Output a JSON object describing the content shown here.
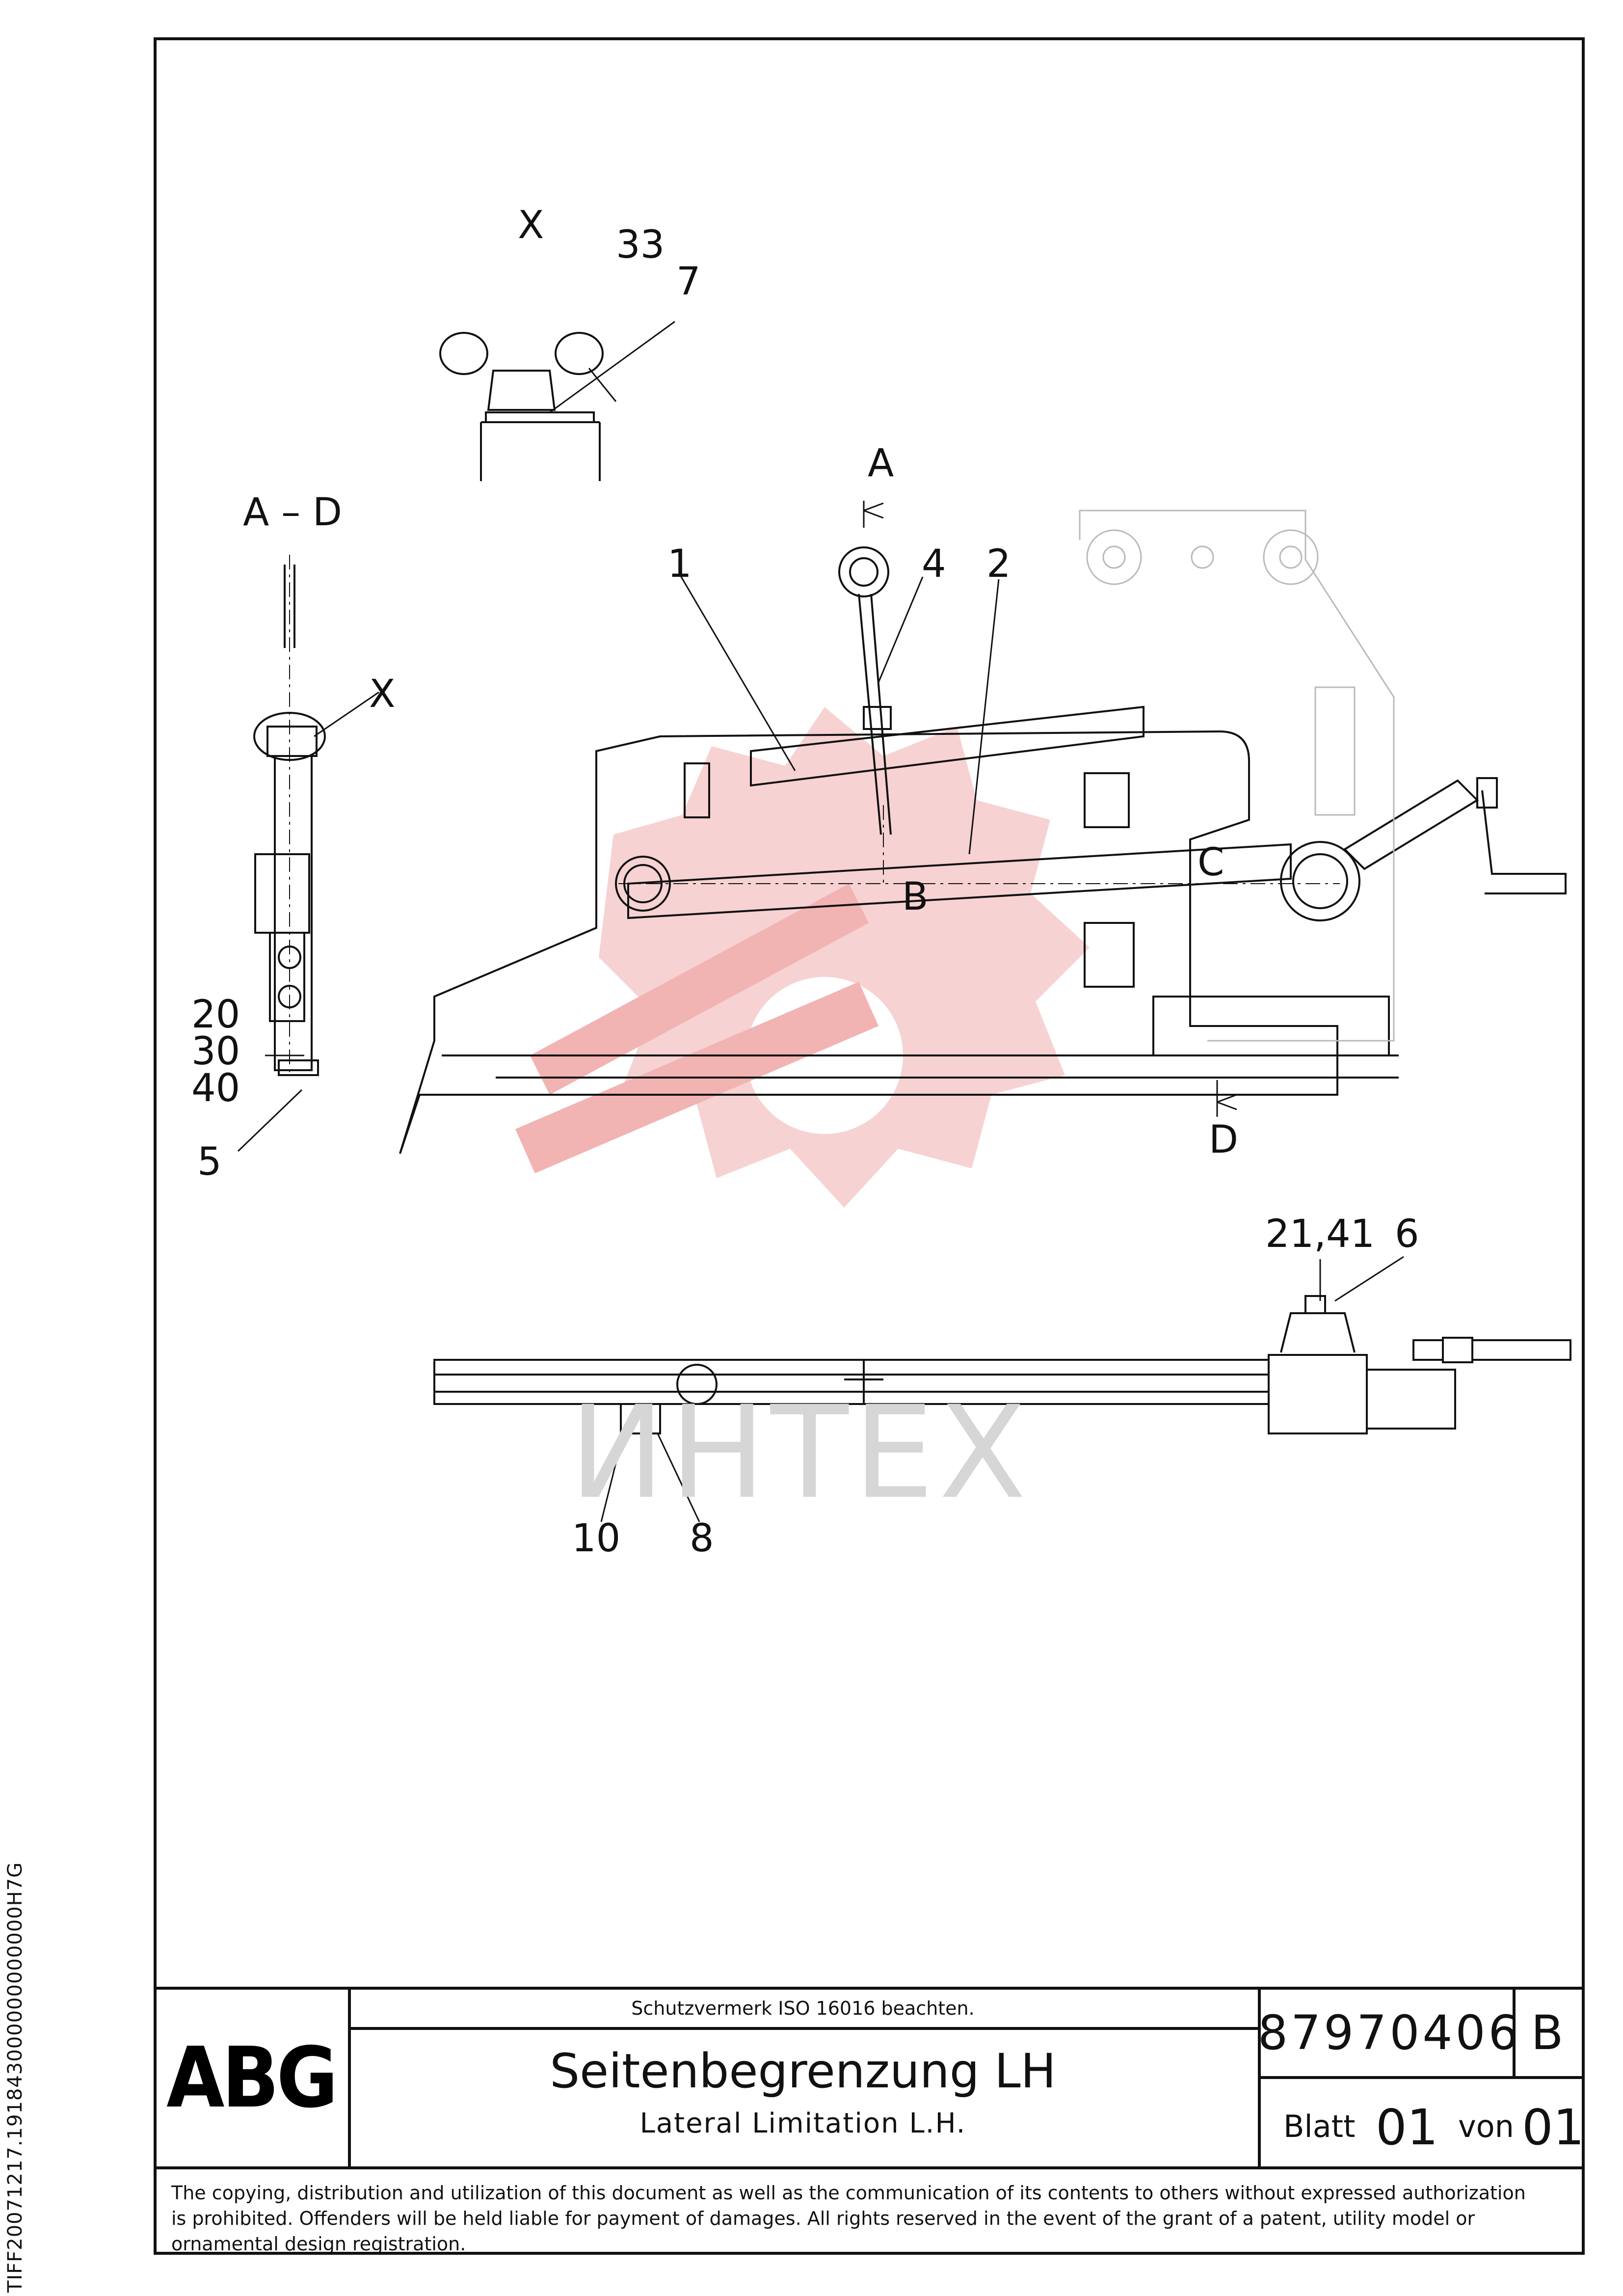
{
  "drawing": {
    "view_labels": {
      "detail_x": "X",
      "section_ad": "A – D",
      "section_a": "A",
      "section_b": "B",
      "section_c": "C",
      "section_d": "D",
      "detail_x_ref": "X"
    },
    "callouts": [
      "33",
      "7",
      "1",
      "4",
      "2",
      "20",
      "30",
      "40",
      "5",
      "21,41",
      "6",
      "10",
      "8"
    ],
    "watermark_text": "ИНТЕХ"
  },
  "title_block": {
    "logo_text": "ABG",
    "notice": "Schutzvermerk ISO 16016 beachten.",
    "title_de": "Seitenbegrenzung LH",
    "title_en": "Lateral Limitation L.H.",
    "drawing_number": "87970406",
    "revision": "B",
    "sheet_label": "Blatt",
    "sheet_value": "01",
    "of_label": "von",
    "of_value": "01",
    "copyright": "The copying, distribution and utilization of this document as well as the communication of its contents to others without expressed authorization is prohibited. Offenders will be held liable for payment of damages. All rights reserved in the event of the grant of a patent, utility model or ornamental design registration."
  },
  "side_id": "TIFF20071217.191843000000000000H7G",
  "colors": {
    "watermark": "#f2b0b0",
    "ink": "#111111",
    "phantom": "#b9b9b9"
  }
}
